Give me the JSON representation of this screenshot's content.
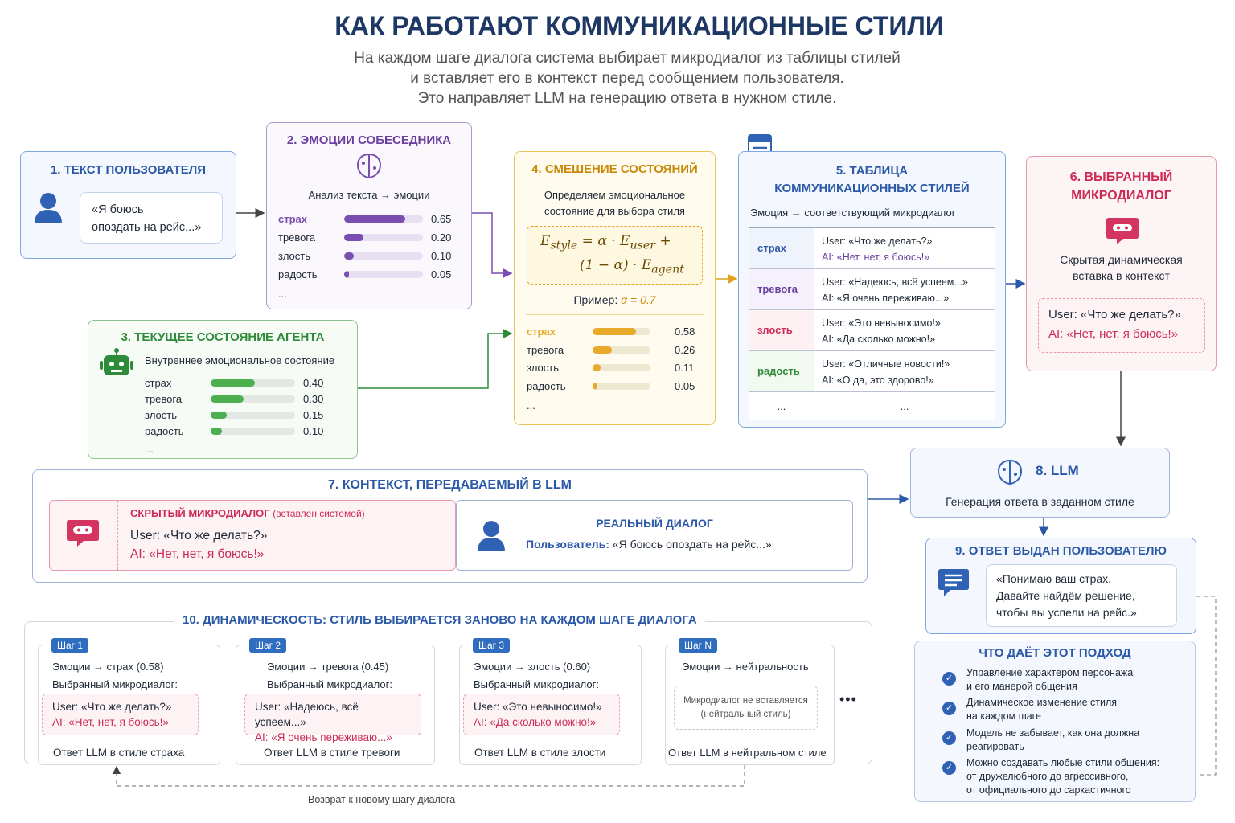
{
  "header": {
    "title": "КАК РАБОТАЮТ КОММУНИКАЦИОННЫЕ СТИЛИ",
    "sub1": "На каждом шаге диалога система выбирает микродиалог из таблицы стилей",
    "sub2": "и вставляет его в контекст перед сообщением пользователя.",
    "sub3": "Это направляет LLM на генерацию ответа в нужном стиле."
  },
  "b1": {
    "title": "1. ТЕКСТ ПОЛЬЗОВАТЕЛЯ",
    "q1": "«Я боюсь",
    "q2": "опоздать на рейс...»"
  },
  "b2": {
    "title": "2. ЭМОЦИИ СОБЕСЕДНИКА",
    "sub": "Анализ текста → эмоции",
    "rows": [
      {
        "l": "страх",
        "v": "0.65",
        "f": 0.65
      },
      {
        "l": "тревога",
        "v": "0.20",
        "f": 0.2
      },
      {
        "l": "злость",
        "v": "0.10",
        "f": 0.1
      },
      {
        "l": "радость",
        "v": "0.05",
        "f": 0.05
      }
    ],
    "more": "..."
  },
  "b3": {
    "title": "3. ТЕКУЩЕЕ СОСТОЯНИЕ АГЕНТА",
    "sub": "Внутреннее эмоциональное состояние",
    "rows": [
      {
        "l": "страх",
        "v": "0.40",
        "f": 0.4
      },
      {
        "l": "тревога",
        "v": "0.30",
        "f": 0.3
      },
      {
        "l": "злость",
        "v": "0.15",
        "f": 0.15
      },
      {
        "l": "радость",
        "v": "0.10",
        "f": 0.1
      }
    ],
    "more": "..."
  },
  "b4": {
    "title": "4. СМЕШЕНИЕ СОСТОЯНИЙ",
    "sub1": "Определяем эмоциональное",
    "sub2": "состояние для выбора стиля",
    "example": "Пример:",
    "alpha": "α = 0.7",
    "rows": [
      {
        "l": "страх",
        "v": "0.58",
        "f": 0.58
      },
      {
        "l": "тревога",
        "v": "0.26",
        "f": 0.26
      },
      {
        "l": "злость",
        "v": "0.11",
        "f": 0.11
      },
      {
        "l": "радость",
        "v": "0.05",
        "f": 0.05
      }
    ],
    "more": "..."
  },
  "b5": {
    "title1": "5. ТАБЛИЦА",
    "title2": "КОММУНИКАЦИОННЫХ СТИЛЕЙ",
    "sub": "Эмоция → соответствующий микродиалог",
    "rows": [
      {
        "e": "страх",
        "u": "User: «Что же делать?»",
        "a": "AI: «Нет, нет, я боюсь!»"
      },
      {
        "e": "тревога",
        "u": "User: «Надеюсь, всё успеем...»",
        "a": "AI: «Я очень переживаю...»"
      },
      {
        "e": "злость",
        "u": "User: «Это невыносимо!»",
        "a": "AI: «Да сколько можно!»"
      },
      {
        "e": "радость",
        "u": "User: «Отличные новости!»",
        "a": "AI: «О да, это здорово!»"
      }
    ],
    "more1": "...",
    "more2": "..."
  },
  "b6": {
    "title1": "6. ВЫБРАННЫЙ",
    "title2": "МИКРОДИАЛОГ",
    "sub1": "Скрытая динамическая",
    "sub2": "вставка в контекст",
    "u": "User: «Что же делать?»",
    "a": "AI: «Нет, нет, я боюсь!»"
  },
  "b7": {
    "title": "7. КОНТЕКСТ, ПЕРЕДАВАЕМЫЙ В LLM",
    "hidden": "СКРЫТЫЙ МИКРОДИАЛОГ",
    "hidden_note": "(вставлен системой)",
    "u": "User: «Что же делать?»",
    "a": "AI: «Нет, нет, я боюсь!»",
    "real": "РЕАЛЬНЫЙ ДИАЛОГ",
    "user_lbl": "Пользователь:",
    "user_text": " «Я боюсь опоздать на рейс...»"
  },
  "b8": {
    "title": "8. LLM",
    "sub": "Генерация ответа в заданном стиле"
  },
  "b9": {
    "title": "9. ОТВЕТ ВЫДАН ПОЛЬЗОВАТЕЛЮ",
    "l1": "«Понимаю ваш страх.",
    "l2": "Давайте найдём решение,",
    "l3": "чтобы вы успели на рейс.»"
  },
  "b10": {
    "title": "10. ДИНАМИЧЕСКОСТЬ: СТИЛЬ ВЫБИРАЕТСЯ ЗАНОВО НА КАЖДОМ ШАГЕ ДИАЛОГА",
    "sel": "Выбранный микродиалог:",
    "steps": [
      {
        "tag": "Шаг 1",
        "emo": "Эмоции → страх (0.58)",
        "u": "User: «Что же делать?»",
        "a": "AI: «Нет, нет, я боюсь!»",
        "res": "Ответ LLM в стиле страха"
      },
      {
        "tag": "Шаг 2",
        "emo": "Эмоции → тревога (0.45)",
        "u": "User: «Надеюсь, всё успеем...»",
        "a": "AI: «Я очень переживаю...»",
        "res": "Ответ LLM в стиле тревоги"
      },
      {
        "tag": "Шаг 3",
        "emo": "Эмоции → злость (0.60)",
        "u": "User: «Это невыносимо!»",
        "a": "AI: «Да сколько можно!»",
        "res": "Ответ LLM в стиле злости"
      }
    ],
    "stepN": {
      "tag": "Шаг N",
      "emo": "Эмоции → нейтральность",
      "n1": "Микродиалог не вставляется",
      "n2": "(нейтральный стиль)",
      "res": "Ответ LLM в нейтральном стиле"
    },
    "dots": "•••",
    "back": "Возврат к новому шагу диалога"
  },
  "adv": {
    "title": "ЧТО ДАЁТ ЭТОТ ПОДХОД",
    "items": [
      {
        "l1": "Управление характером персонажа",
        "l2": "и его манерой общения"
      },
      {
        "l1": "Динамическое изменение стиля",
        "l2": "на каждом шаге"
      },
      {
        "l1": "Модель не забывает, как она должна",
        "l2": "реагировать"
      },
      {
        "l1": "Можно создавать любые стили общения:",
        "l2": "от дружелюбного до агрессивного,",
        "l3": "от официального до саркастичного"
      }
    ]
  },
  "colors": {
    "blue": "#2b59a8",
    "purple": "#6b3fa0",
    "green": "#2e8b3a",
    "yellow": "#c98a0b",
    "pink": "#cc2b55"
  }
}
